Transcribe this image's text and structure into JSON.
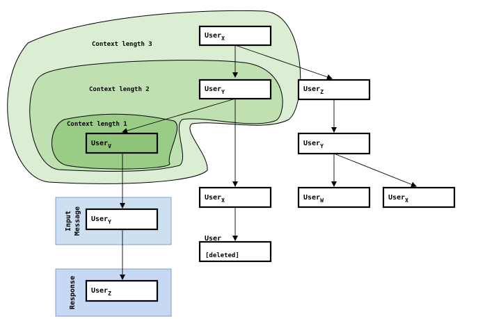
{
  "colors": {
    "region3": "#dbeed4",
    "region2": "#bfe0b0",
    "region1": "#99cc84",
    "node_v": "#8dc478",
    "input_panel": "#cde0f2",
    "response_panel": "#c6d8f4",
    "node_fill": "#ffffff",
    "stroke": "#000000"
  },
  "regions": {
    "ctx3": "Context length 3",
    "ctx2": "Context length 2",
    "ctx1": "Context length 1"
  },
  "panels": {
    "input_line1": "Input",
    "input_line2": "Message",
    "response": "Response"
  },
  "nodes": {
    "user_x_top": {
      "main": "User",
      "sub": "X"
    },
    "user_y_mid": {
      "main": "User",
      "sub": "Y"
    },
    "user_v": {
      "main": "User",
      "sub": "V"
    },
    "user_y_input": {
      "main": "User",
      "sub": "Y"
    },
    "user_z_resp": {
      "main": "User",
      "sub": "Z"
    },
    "user_x_mid": {
      "main": "User",
      "sub": "X"
    },
    "user_deleted": {
      "main": "User",
      "sub": "",
      "extra": "[deleted]"
    },
    "user_z_right": {
      "main": "User",
      "sub": "Z"
    },
    "user_y_right": {
      "main": "User",
      "sub": "Y"
    },
    "user_w": {
      "main": "User",
      "sub": "W"
    },
    "user_x_right": {
      "main": "User",
      "sub": "X"
    }
  }
}
